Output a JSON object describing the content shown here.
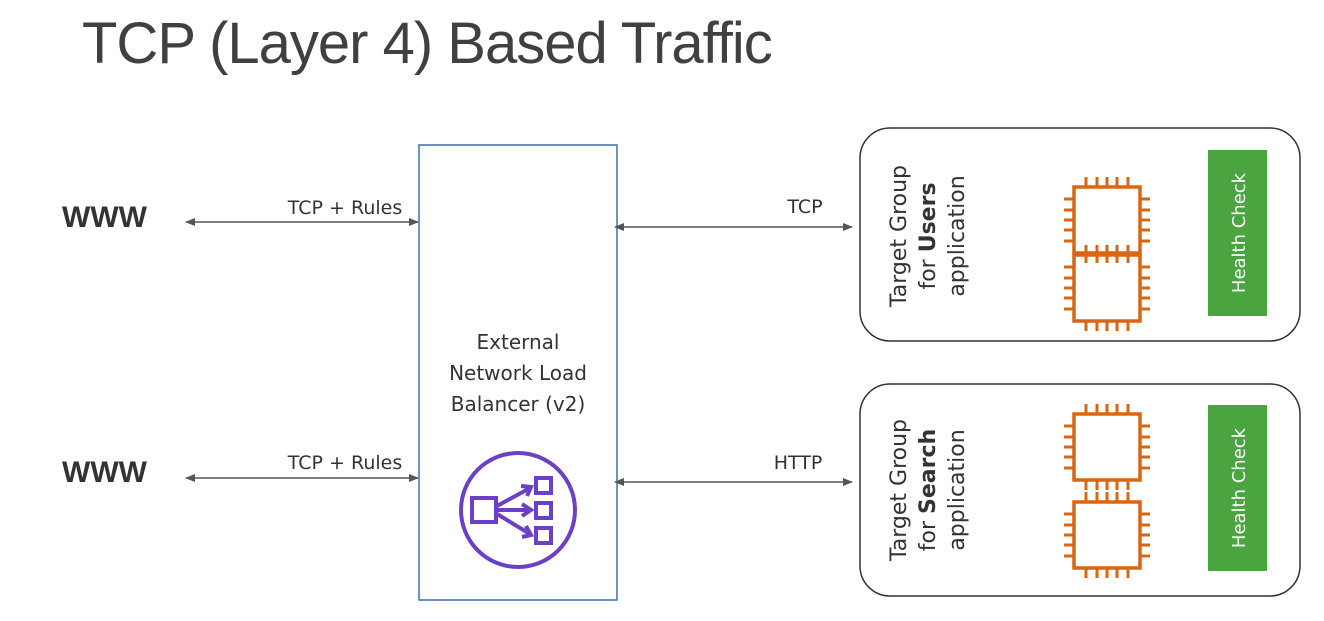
{
  "title": "TCP (Layer 4) Based Traffic",
  "clients": [
    {
      "label": "WWW",
      "protocol": "TCP + Rules"
    },
    {
      "label": "WWW",
      "protocol": "TCP + Rules"
    }
  ],
  "load_balancer": {
    "lines": [
      "External",
      "Network Load",
      "Balancer (v2)"
    ],
    "icon": "network-load-balancer-icon",
    "color": "#6b3fc7"
  },
  "routes": [
    {
      "protocol": "TCP"
    },
    {
      "protocol": "HTTP"
    }
  ],
  "target_groups": [
    {
      "line1": "Target Group",
      "line2_prefix": "for ",
      "line2_bold": "Users",
      "line3": "application",
      "health_check": "Health Check",
      "instances": [
        "ec2-instance-icon",
        "ec2-instance-icon"
      ]
    },
    {
      "line1": "Target Group",
      "line2_prefix": "for ",
      "line2_bold": "Search",
      "line3": "application",
      "health_check": "Health Check",
      "instances": [
        "ec2-instance-icon",
        "ec2-instance-icon"
      ]
    }
  ],
  "colors": {
    "lb_border": "#3b6fb5",
    "ec2": "#d86613",
    "health_check": "#4aa541",
    "arrow": "#555555"
  }
}
